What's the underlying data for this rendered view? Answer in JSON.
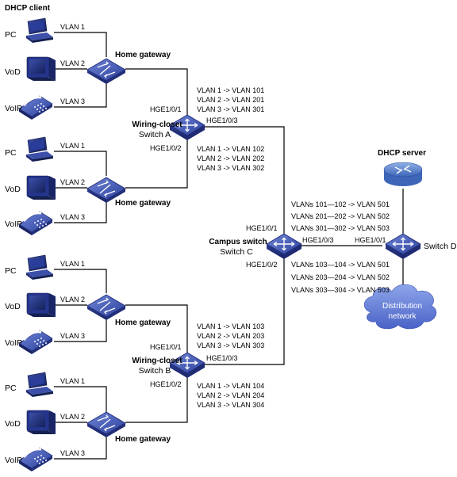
{
  "title": "DHCP client",
  "server_label": "DHCP server",
  "distribution": {
    "line1": "Distribution",
    "line2": "network"
  },
  "campus": {
    "name": "Campus switch",
    "sub": "Switch C",
    "port_a": "HGE1/0/1",
    "port_b": "HGE1/0/2",
    "port_c": "HGE1/0/3"
  },
  "switch_d": {
    "name": "Switch D",
    "port": "HGE1/0/1"
  },
  "switch_a": {
    "name": "Wiring-closet",
    "sub": "Switch A",
    "port1": "HGE1/0/1",
    "port2": "HGE1/0/2",
    "port3": "HGE1/0/3"
  },
  "switch_b": {
    "name": "Wiring-closet",
    "sub": "Switch B",
    "port1": "HGE1/0/1",
    "port2": "HGE1/0/2",
    "port3": "HGE1/0/3"
  },
  "gateway_label": "Home gateway",
  "client_groups": [
    {
      "pc": "PC",
      "vod": "VoD",
      "voip": "VoIP",
      "vlan1": "VLAN 1",
      "vlan2": "VLAN 2",
      "vlan3": "VLAN 3"
    },
    {
      "pc": "PC",
      "vod": "VoD",
      "voip": "VoIP",
      "vlan1": "VLAN 1",
      "vlan2": "VLAN 2",
      "vlan3": "VLAN 3"
    },
    {
      "pc": "PC",
      "vod": "VoD",
      "voip": "VoIP",
      "vlan1": "VLAN 1",
      "vlan2": "VLAN 2",
      "vlan3": "VLAN 3"
    },
    {
      "pc": "PC",
      "vod": "VoD",
      "voip": "VoIP",
      "vlan1": "VLAN 1",
      "vlan2": "VLAN 2",
      "vlan3": "VLAN 3"
    }
  ],
  "mappings": {
    "a_up": [
      "VLAN 1 -> VLAN 101",
      "VLAN 2 -> VLAN 201",
      "VLAN 3 -> VLAN 301"
    ],
    "a_down": [
      "VLAN 1 -> VLAN 102",
      "VLAN 2 -> VLAN 202",
      "VLAN 3 -> VLAN 302"
    ],
    "b_up": [
      "VLAN 1 -> VLAN 103",
      "VLAN 2 -> VLAN 203",
      "VLAN 3 -> VLAN 303"
    ],
    "b_down": [
      "VLAN 1 -> VLAN 104",
      "VLAN 2 -> VLAN 204",
      "VLAN 3 -> VLAN 304"
    ],
    "c_up": [
      "VLANs 101—102 -> VLAN 501",
      "VLANs 201—202 -> VLAN 502",
      "VLANs 301—302 -> VLAN 503"
    ],
    "c_down": [
      "VLANs 103—104 -> VLAN 501",
      "VLANs 203—204 -> VLAN 502",
      "VLANs 303—304 -> VLAN 503"
    ]
  }
}
